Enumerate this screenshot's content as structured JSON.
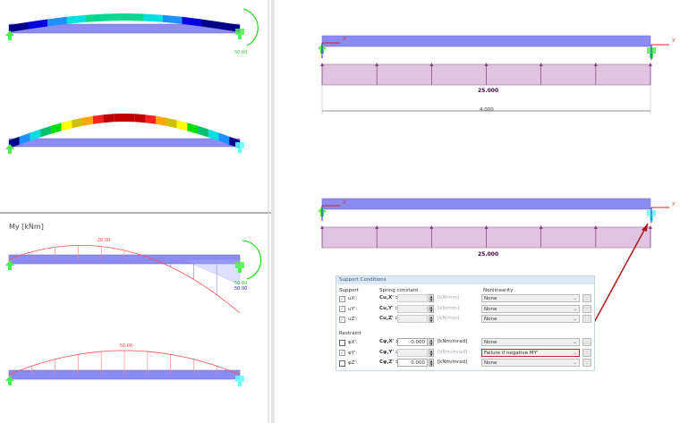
{
  "left_panel": {
    "top_view": {
      "rotation_label": "50.00"
    },
    "bottom_view": {
      "title": "My [kNm]",
      "diagram1_max": "-28.00",
      "diagram1_end": "50.00",
      "diagram1_end2": "50.00",
      "diagram2_max": "-50.00"
    }
  },
  "right_panel": {
    "axis_x": "X'",
    "axis_z": "Z'",
    "model1": {
      "load_value": "25.000",
      "dimension": "4.000"
    },
    "model2": {
      "load_value": "25.000"
    }
  },
  "support_conditions": {
    "title": "Support Conditions",
    "col_support": "Support",
    "col_spring": "Spring constant",
    "col_nonlinearity": "Nonlinearity",
    "support_rows": [
      {
        "label": "uX':",
        "checked": true,
        "spring_label": "Cu,X' :",
        "value": "",
        "unit": "[kN/mm]",
        "nonlinearity": "None"
      },
      {
        "label": "uY':",
        "checked": true,
        "spring_label": "Cu,Y' :",
        "value": "",
        "unit": "[kN/mm]",
        "nonlinearity": "None"
      },
      {
        "label": "uZ':",
        "checked": true,
        "spring_label": "Cu,Z' :",
        "value": "",
        "unit": "[kN/mm]",
        "nonlinearity": "None"
      }
    ],
    "restraint_title": "Restraint",
    "restraint_rows": [
      {
        "label": "φX':",
        "checked": false,
        "spring_label": "Cφ,X' :",
        "value": "0.000",
        "unit": "[kNm/mrad]",
        "nonlinearity": "None"
      },
      {
        "label": "φY':",
        "checked": true,
        "spring_label": "Cφ,Y' :",
        "value": "",
        "unit": "[kNm/mrad]",
        "nonlinearity": "Failure if negative MY'"
      },
      {
        "label": "φZ':",
        "checked": false,
        "spring_label": "Cφ,Z' :",
        "value": "0.000",
        "unit": "[kNm/mrad]",
        "nonlinearity": "None"
      }
    ]
  },
  "colors": {
    "beam": "#7f7fef",
    "load": "#e0c4e0",
    "highlight": "#c0282d",
    "support": "#4ef04e",
    "moment": "#ff5050"
  }
}
